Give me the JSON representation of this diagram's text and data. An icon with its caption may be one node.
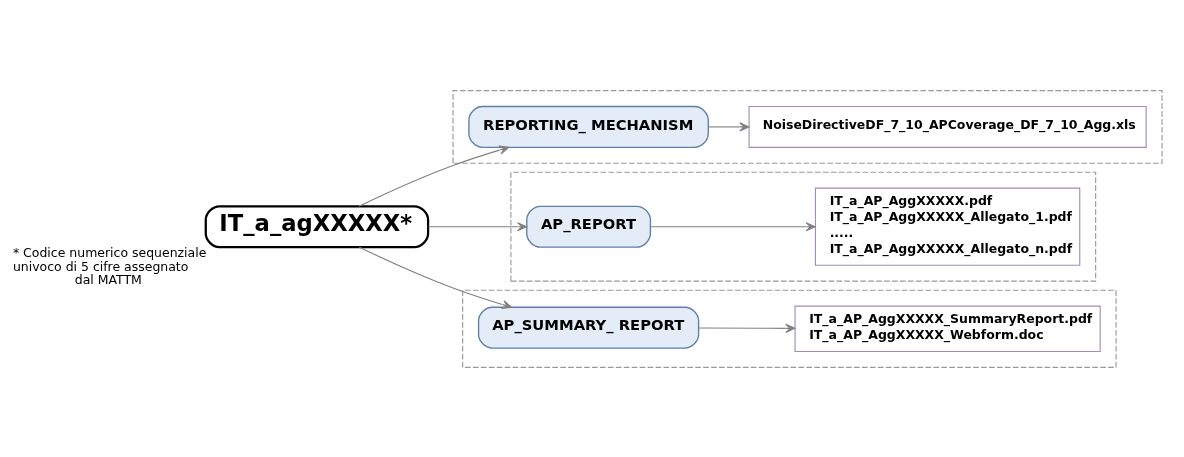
{
  "diagram": {
    "nodes": [
      {
        "text": [
          "IT_a_agXXXXX*"
        ],
        "beside": [
          "* Codice numerico sequenziale univoco di 5 cifre assegnato dal MATTM"
        ]
      },
      {
        "text": [],
        "shape": "box"
      },
      {
        "text": [
          "REPORTING_ MECHANISM"
        ],
        "in": 1
      },
      {
        "text": [
          "NoiseDirectiveDF_7_10_APCoverage_DF_7_10_Agg.xls"
        ],
        "in": 1
      },
      {
        "text": [],
        "shape": "box"
      },
      {
        "text": [
          "AP_REPORT"
        ],
        "in": 4
      },
      {
        "text": [
          "IT_a_AP_AggXXXXX.pdf",
          "IT_a_AP_AggXXXXX_Allegato_1.pdf",
          ".....",
          "IT_a_AP_AggXXXXX_Allegato_n.pdf"
        ],
        "in": 4
      },
      {
        "text": [],
        "shape": "box"
      },
      {
        "text": [
          "AP_SUMMARY_ REPORT"
        ],
        "in": 7
      },
      {
        "text": [
          "IT_a_AP_AggXXXXX_SummaryReport.pdf",
          "IT_a_AP_AggXXXXX_Webform.doc"
        ],
        "in": 7
      }
    ],
    "edges": [
      {
        "from": 0,
        "to": 2,
        "arrow": "to"
      },
      {
        "from": 0,
        "to": 5,
        "arrow": "to"
      },
      {
        "from": 0,
        "to": 8,
        "arrow": "to"
      },
      {
        "from": 2,
        "to": 3,
        "arrow": "to"
      },
      {
        "from": 5,
        "to": 6,
        "arrow": "to"
      },
      {
        "from": 8,
        "to": 9,
        "arrow": "to"
      }
    ]
  }
}
